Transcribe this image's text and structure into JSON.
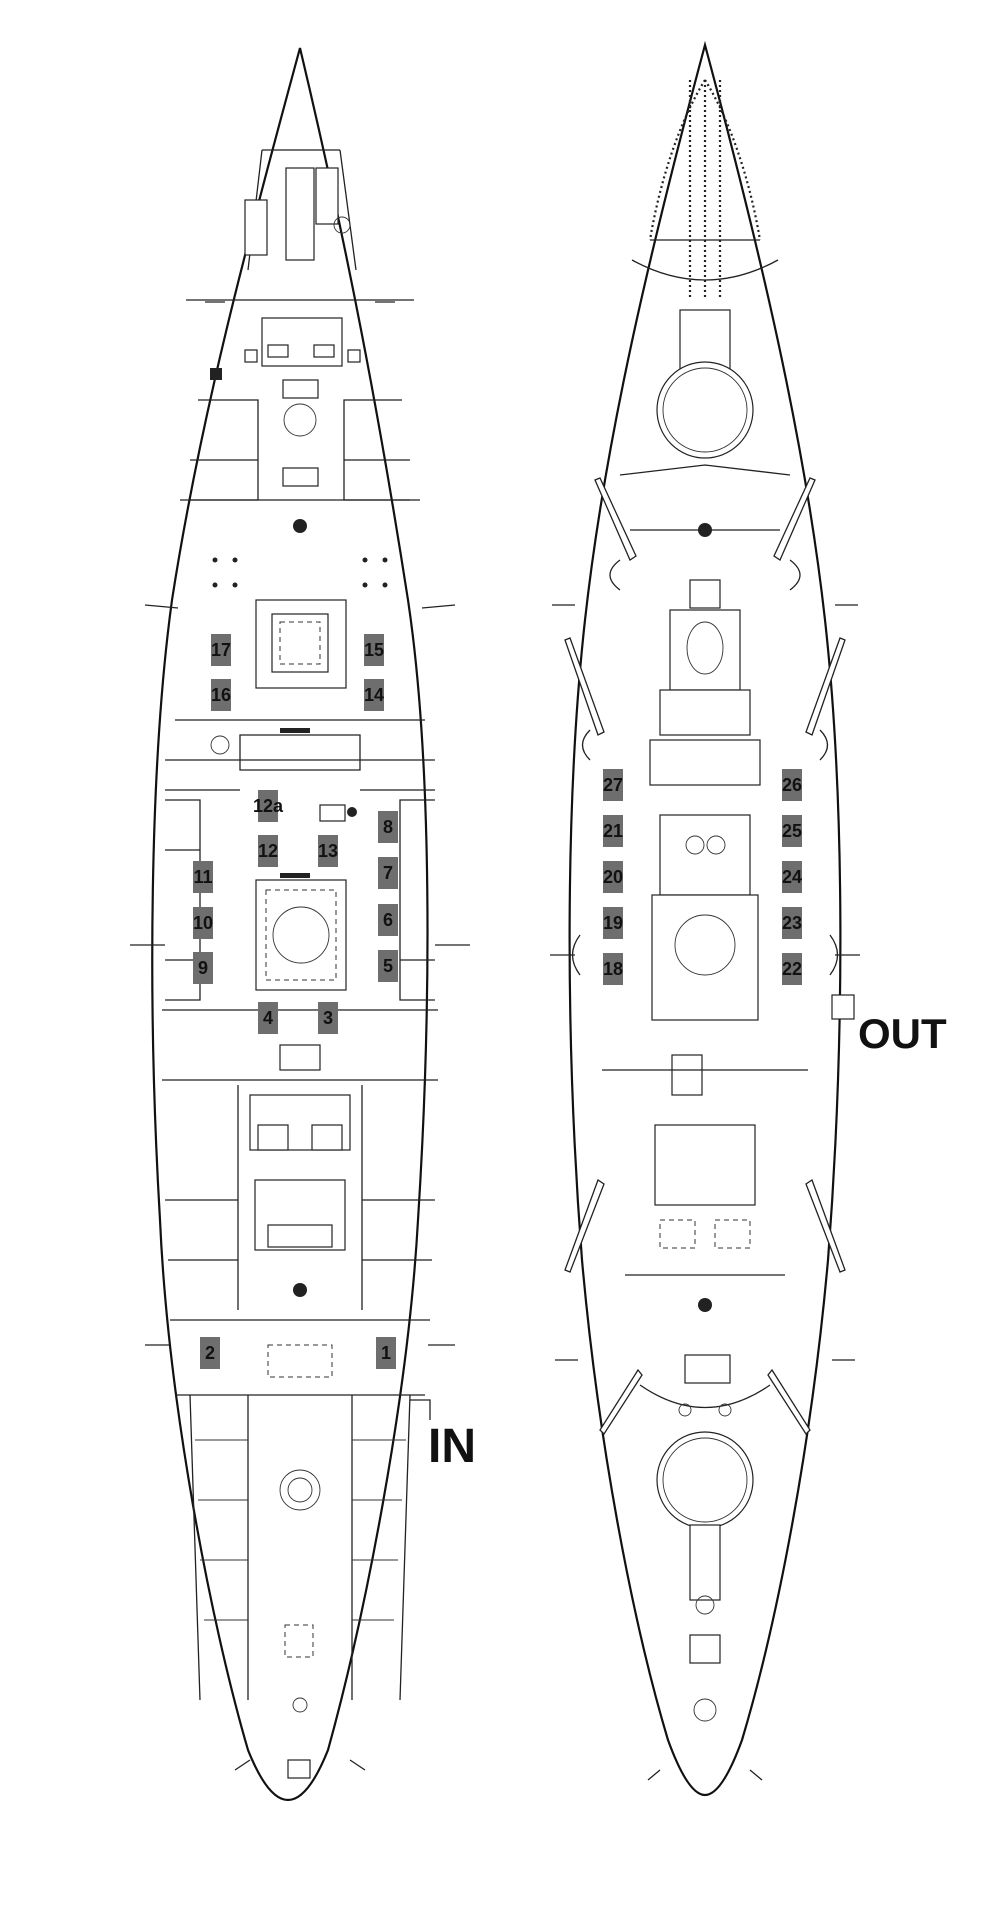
{
  "stations": [
    {
      "id": "1"
    },
    {
      "id": "2"
    },
    {
      "id": "3"
    },
    {
      "id": "4"
    },
    {
      "id": "5"
    },
    {
      "id": "6"
    },
    {
      "id": "7"
    },
    {
      "id": "8"
    },
    {
      "id": "9"
    },
    {
      "id": "10"
    },
    {
      "id": "11"
    },
    {
      "id": "12"
    },
    {
      "id": "12a"
    },
    {
      "id": "13"
    },
    {
      "id": "14"
    },
    {
      "id": "15"
    },
    {
      "id": "16"
    },
    {
      "id": "17"
    },
    {
      "id": "18"
    },
    {
      "id": "19"
    },
    {
      "id": "20"
    },
    {
      "id": "21"
    },
    {
      "id": "22"
    },
    {
      "id": "23"
    },
    {
      "id": "24"
    },
    {
      "id": "25"
    },
    {
      "id": "26"
    },
    {
      "id": "27"
    }
  ],
  "markers": {
    "entrance": "IN",
    "exit": "OUT"
  },
  "colors": {
    "station_fill": "#6e6e6e",
    "outline": "#111111",
    "background": "#ffffff"
  }
}
